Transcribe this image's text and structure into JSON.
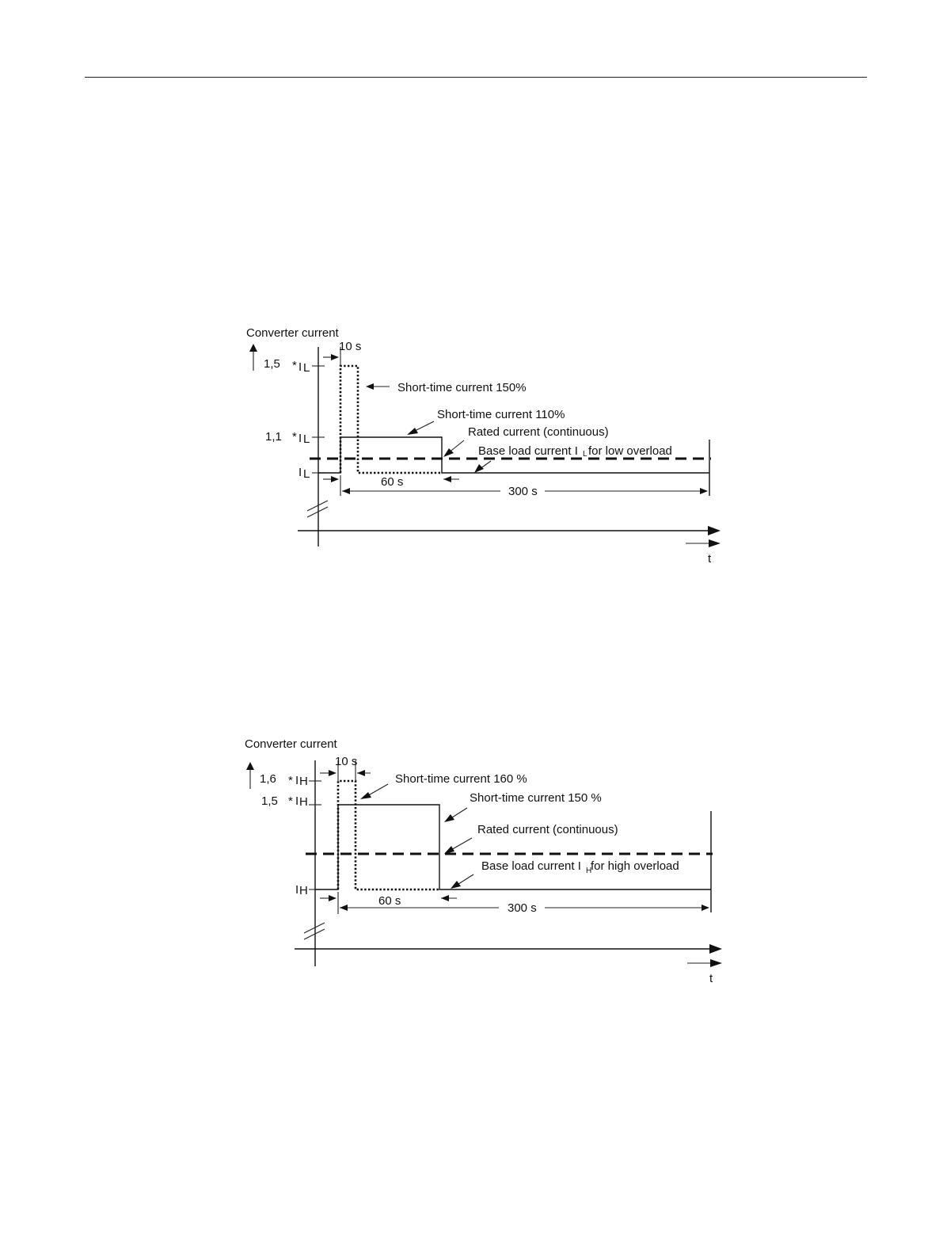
{
  "diagrams": [
    {
      "title": "Converter current",
      "y_label_150_prefix": "1,5",
      "y_label_150_mult": "*",
      "y_label_150_sym": "I",
      "y_label_150_sub": "L",
      "y_label_110_prefix": "1,1",
      "y_label_110_mult": "*",
      "y_label_110_sym": "I",
      "y_label_110_sub": "L",
      "y_label_base_sym": "I",
      "y_label_base_sub": "L",
      "time_10": "10 s",
      "time_60": "60 s",
      "time_300": "300 s",
      "peak_label": "Short-time current 150%",
      "mid_label": "Short-time current 110%",
      "rated_label": "Rated current (continuous)",
      "base_label_a": "Base load current I",
      "base_label_sub": "L",
      "base_label_b": "for low overload",
      "t_label": "t"
    },
    {
      "title": "Converter current",
      "y_label_160_prefix": "1,6",
      "y_label_160_mult": "*",
      "y_label_160_sym": "I",
      "y_label_160_sub": "H",
      "y_label_150_prefix": "1,5",
      "y_label_150_mult": "*",
      "y_label_150_sym": "I",
      "y_label_150_sub": "H",
      "y_label_base_sym": "I",
      "y_label_base_sub": "H",
      "time_10": "10 s",
      "time_60": "60 s",
      "time_300": "300 s",
      "peak_label": "Short-time current 160 %",
      "mid_label": "Short-time current 150 %",
      "rated_label": "Rated current (continuous)",
      "base_label_a": "Base load current I",
      "base_label_sub": "H",
      "base_label_b": " for high overload",
      "t_label": "t"
    }
  ]
}
